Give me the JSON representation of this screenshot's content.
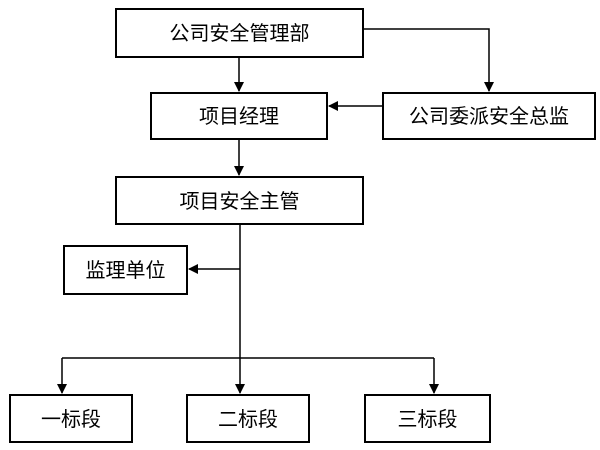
{
  "nodes": {
    "safety_dept": "公司安全管理部",
    "project_manager": "项目经理",
    "company_safety_director": "公司委派安全总监",
    "project_safety_supervisor": "项目安全主管",
    "supervision_unit": "监理单位",
    "section_1": "一标段",
    "section_2": "二标段",
    "section_3": "三标段"
  },
  "edges": [
    {
      "from": "safety_dept",
      "to": "project_manager"
    },
    {
      "from": "safety_dept",
      "to": "company_safety_director"
    },
    {
      "from": "company_safety_director",
      "to": "project_manager"
    },
    {
      "from": "project_manager",
      "to": "project_safety_supervisor"
    },
    {
      "from": "project_safety_supervisor",
      "to": "supervision_unit"
    },
    {
      "from": "project_safety_supervisor",
      "to": "section_1"
    },
    {
      "from": "project_safety_supervisor",
      "to": "section_2"
    },
    {
      "from": "project_safety_supervisor",
      "to": "section_3"
    }
  ]
}
